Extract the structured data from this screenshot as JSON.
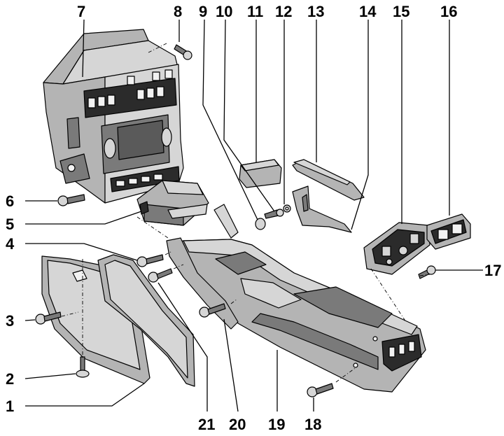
{
  "diagram": {
    "callouts": [
      {
        "id": "c1",
        "label": "1"
      },
      {
        "id": "c2",
        "label": "2"
      },
      {
        "id": "c3",
        "label": "3"
      },
      {
        "id": "c4",
        "label": "4"
      },
      {
        "id": "c5",
        "label": "5"
      },
      {
        "id": "c6",
        "label": "6"
      },
      {
        "id": "c7",
        "label": "7"
      },
      {
        "id": "c8",
        "label": "8"
      },
      {
        "id": "c9",
        "label": "9"
      },
      {
        "id": "c10",
        "label": "10"
      },
      {
        "id": "c11",
        "label": "11"
      },
      {
        "id": "c12",
        "label": "12"
      },
      {
        "id": "c13",
        "label": "13"
      },
      {
        "id": "c14",
        "label": "14"
      },
      {
        "id": "c15",
        "label": "15"
      },
      {
        "id": "c16",
        "label": "16"
      },
      {
        "id": "c17",
        "label": "17"
      },
      {
        "id": "c18",
        "label": "18"
      },
      {
        "id": "c19",
        "label": "19"
      },
      {
        "id": "c20",
        "label": "20"
      },
      {
        "id": "c21",
        "label": "21"
      }
    ],
    "colors": {
      "ink": "#000000",
      "background": "#ffffff",
      "panel_light": "#d6d6d6",
      "panel_mid": "#b4b4b4",
      "panel_dark": "#7a7a7a"
    }
  }
}
